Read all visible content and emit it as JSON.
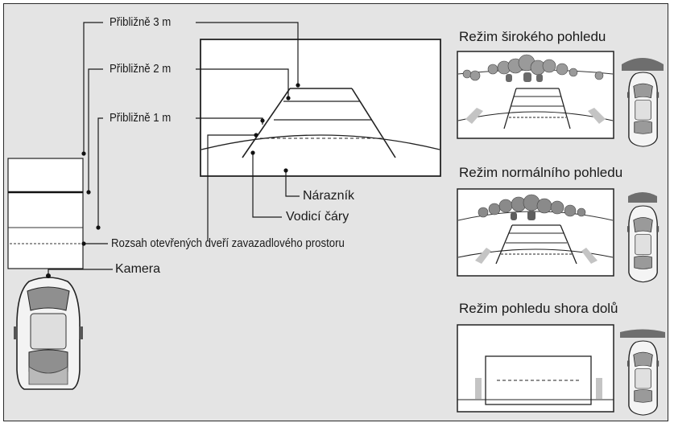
{
  "labels": {
    "approx_3m": "Přibližně 3 m",
    "approx_2m": "Přibližně 2 m",
    "approx_1m": "Přibližně 1 m",
    "bumper": "Nárazník",
    "guide_lines": "Vodicí čáry",
    "tailgate_range": "Rozsah otevřených dveří zavazadlového prostoru",
    "camera": "Kamera"
  },
  "modes": {
    "wide": "Režim širokého pohledu",
    "normal": "Režim normálního pohledu",
    "top": "Režim pohledu shora dolů"
  },
  "colors": {
    "panel_bg": "#e4e4e4",
    "line": "#1a1a1a",
    "guide_fill": "#c8c8c8"
  }
}
